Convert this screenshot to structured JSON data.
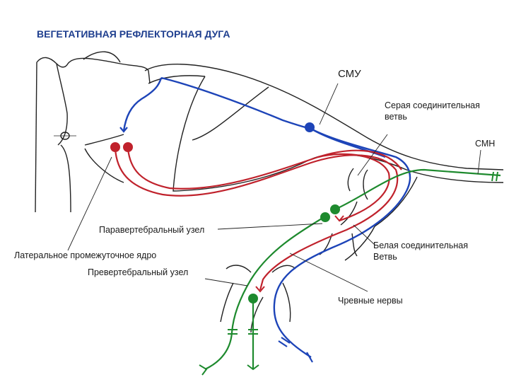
{
  "title": "ВЕГЕТАТИВНАЯ РЕФЛЕКТОРНАЯ ДУГА",
  "labels": {
    "smu": "СМУ",
    "gray_ramus_1": "Серая соединительная",
    "gray_ramus_2": "ветвь",
    "smn": "СМН",
    "paravertebral": "Паравертебральный узел",
    "lateral_nucleus": "Латеральное промежуточное ядро",
    "prevertebral": "Превертебральный узел",
    "white_ramus_1": "Белая соединительная",
    "white_ramus_2": "Ветвь",
    "splanchnic": "Чревные нервы"
  },
  "colors": {
    "sensory": "#1d44b8",
    "preganglionic": "#c0222c",
    "postganglionic": "#1e8a2e",
    "outline": "#222222",
    "title": "#1f3f8f"
  }
}
